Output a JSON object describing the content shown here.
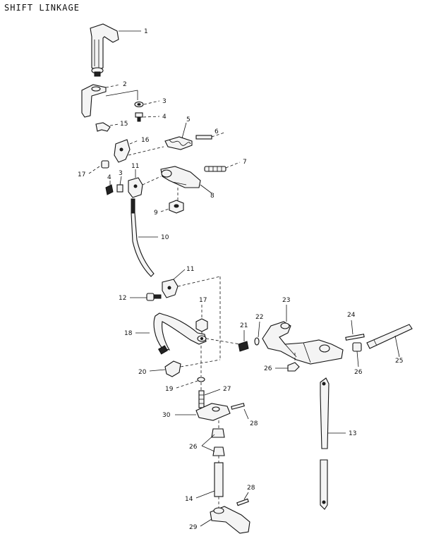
{
  "title": "SHIFT LINKAGE",
  "callouts": [
    {
      "id": "c1",
      "num": "1"
    },
    {
      "id": "c2",
      "num": "2"
    },
    {
      "id": "c3a",
      "num": "3"
    },
    {
      "id": "c4a",
      "num": "4"
    },
    {
      "id": "c15",
      "num": "15"
    },
    {
      "id": "c5",
      "num": "5"
    },
    {
      "id": "c6",
      "num": "6"
    },
    {
      "id": "c16",
      "num": "16"
    },
    {
      "id": "c17a",
      "num": "17"
    },
    {
      "id": "c4b",
      "num": "4"
    },
    {
      "id": "c3b",
      "num": "3"
    },
    {
      "id": "c11a",
      "num": "11"
    },
    {
      "id": "c7",
      "num": "7"
    },
    {
      "id": "c8",
      "num": "8"
    },
    {
      "id": "c9",
      "num": "9"
    },
    {
      "id": "c10",
      "num": "10"
    },
    {
      "id": "c11b",
      "num": "11"
    },
    {
      "id": "c12",
      "num": "12"
    },
    {
      "id": "c17b",
      "num": "17"
    },
    {
      "id": "c18",
      "num": "18"
    },
    {
      "id": "c21",
      "num": "21"
    },
    {
      "id": "c22",
      "num": "22"
    },
    {
      "id": "c23",
      "num": "23"
    },
    {
      "id": "c24",
      "num": "24"
    },
    {
      "id": "c25",
      "num": "25"
    },
    {
      "id": "c26a",
      "num": "26"
    },
    {
      "id": "c26b",
      "num": "26"
    },
    {
      "id": "c20",
      "num": "20"
    },
    {
      "id": "c19",
      "num": "19"
    },
    {
      "id": "c27",
      "num": "27"
    },
    {
      "id": "c30",
      "num": "30"
    },
    {
      "id": "c28a",
      "num": "28"
    },
    {
      "id": "c26c",
      "num": "26"
    },
    {
      "id": "c13",
      "num": "13"
    },
    {
      "id": "c14",
      "num": "14"
    },
    {
      "id": "c28b",
      "num": "28"
    },
    {
      "id": "c29",
      "num": "29"
    }
  ]
}
